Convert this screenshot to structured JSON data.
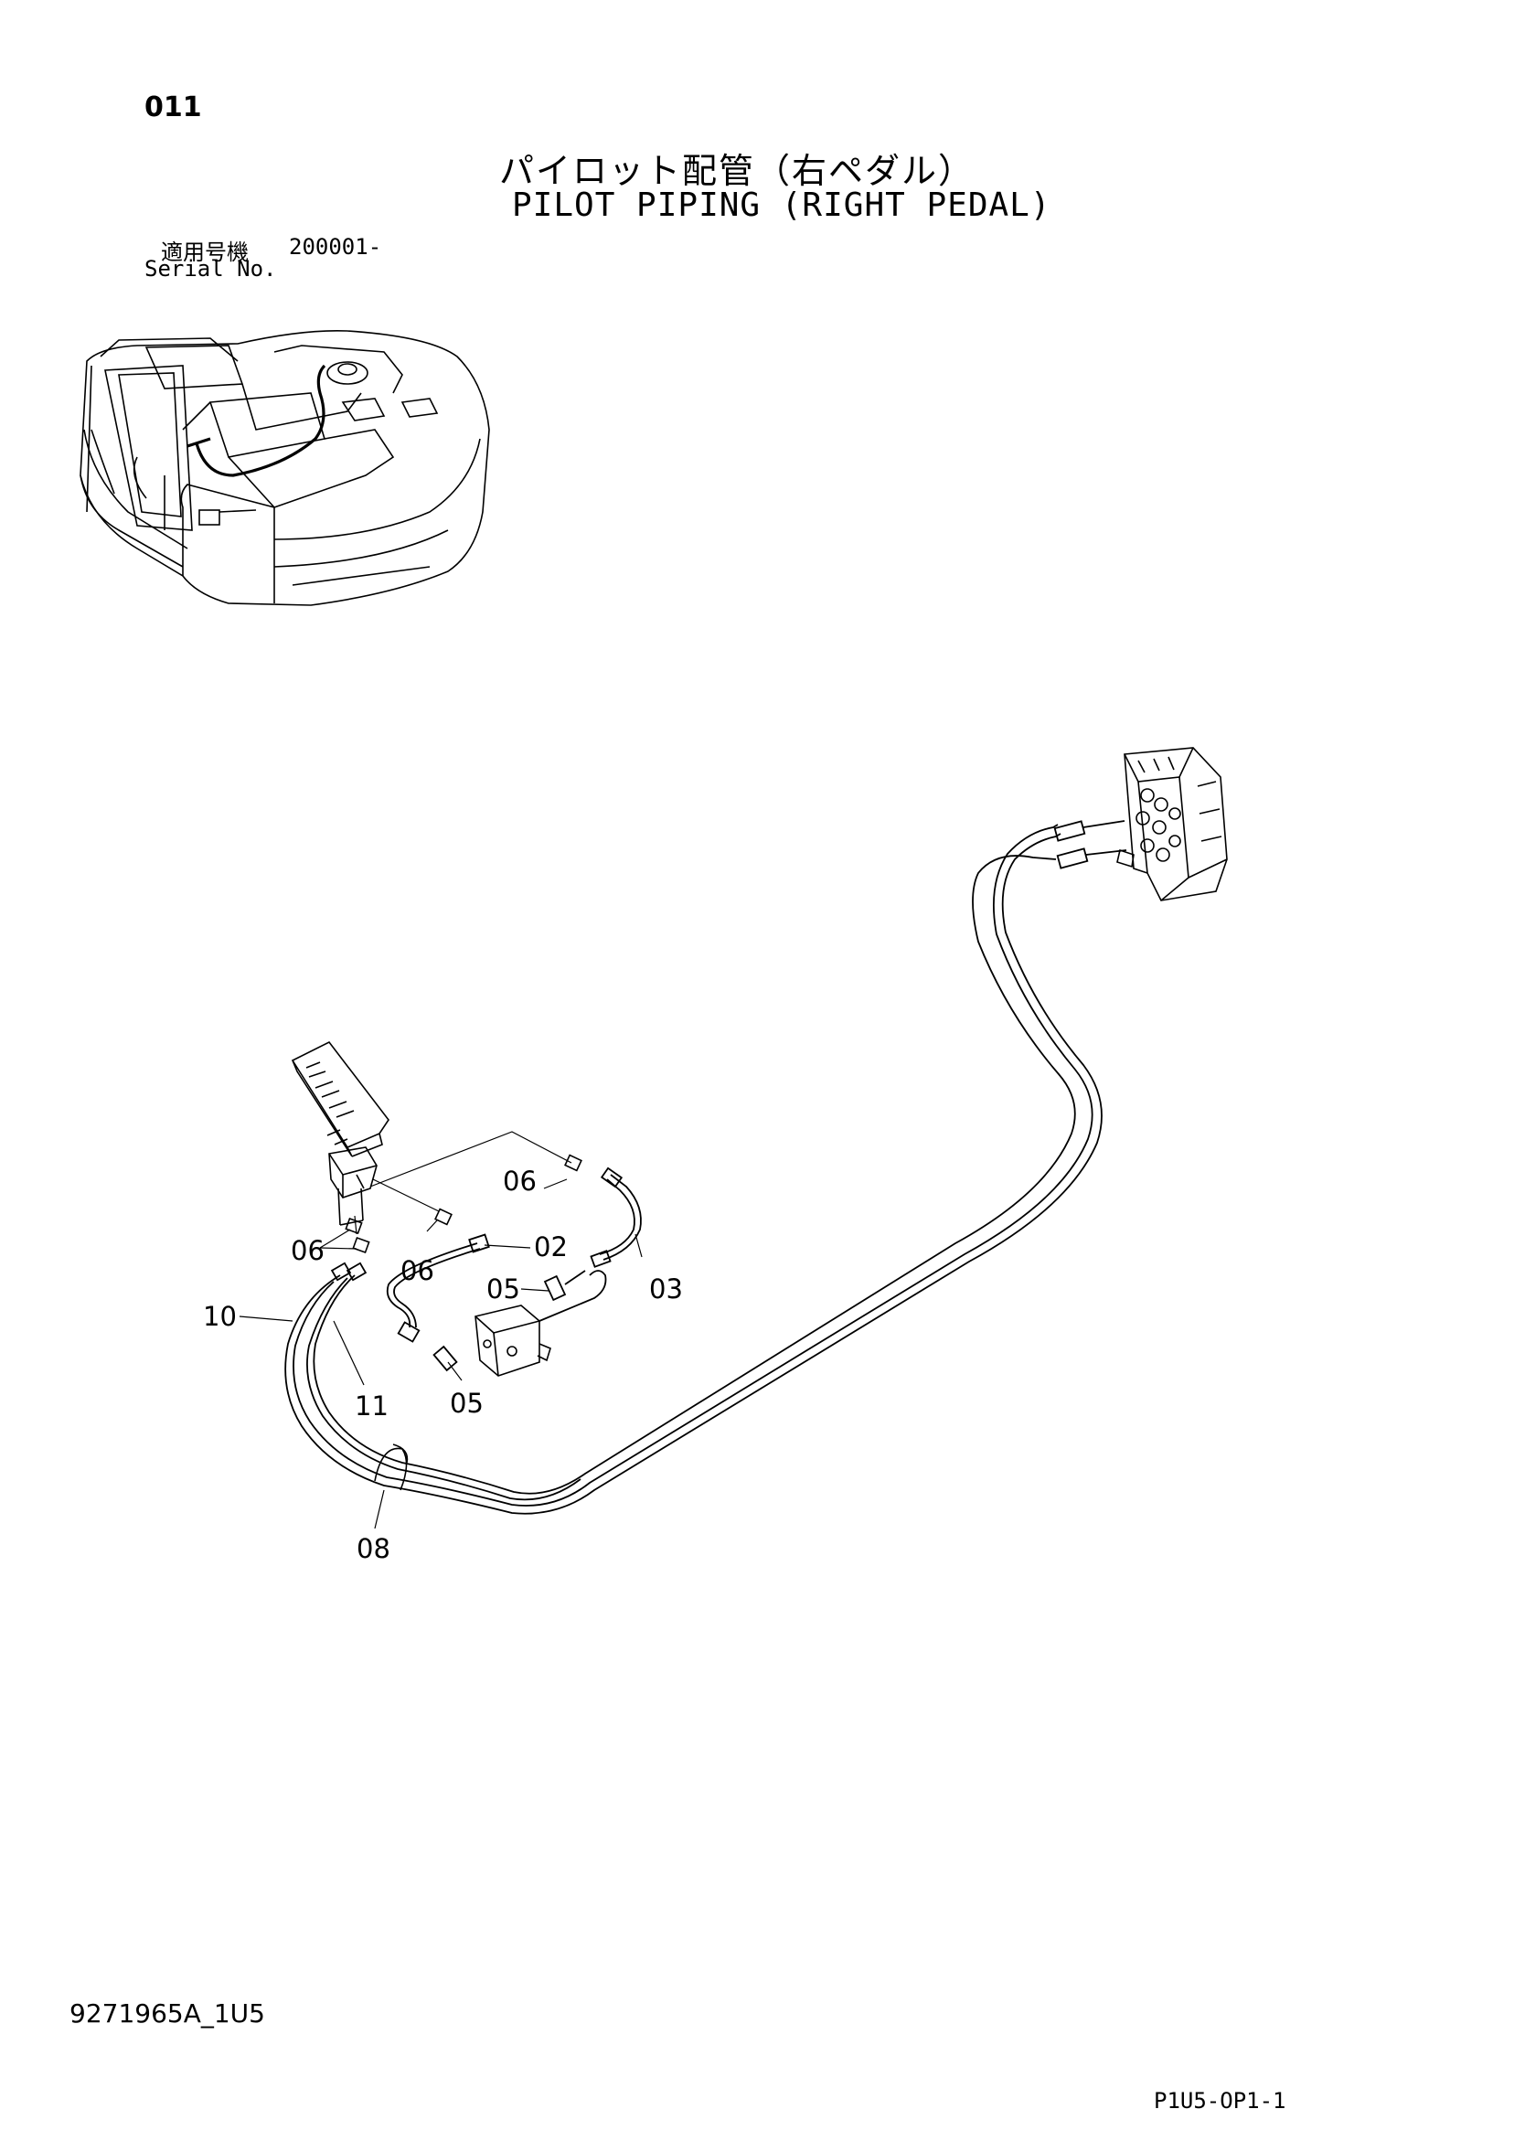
{
  "header": {
    "page_number": "011",
    "title_jp": "パイロット配管（右ペダル）",
    "title_en": "PILOT PIPING (RIGHT PEDAL)",
    "serial_label_jp": "適用号機",
    "serial_value": "200001-",
    "serial_label_en": "Serial No."
  },
  "callouts": {
    "c02": "02",
    "c03": "03",
    "c05a": "05",
    "c05b": "05",
    "c06a": "06",
    "c06b": "06",
    "c06c": "06",
    "c08": "08",
    "c10": "10",
    "c11": "11"
  },
  "footer": {
    "doc_code": "9271965A_1U5",
    "page_ref": "P1U5-OP1-1"
  }
}
